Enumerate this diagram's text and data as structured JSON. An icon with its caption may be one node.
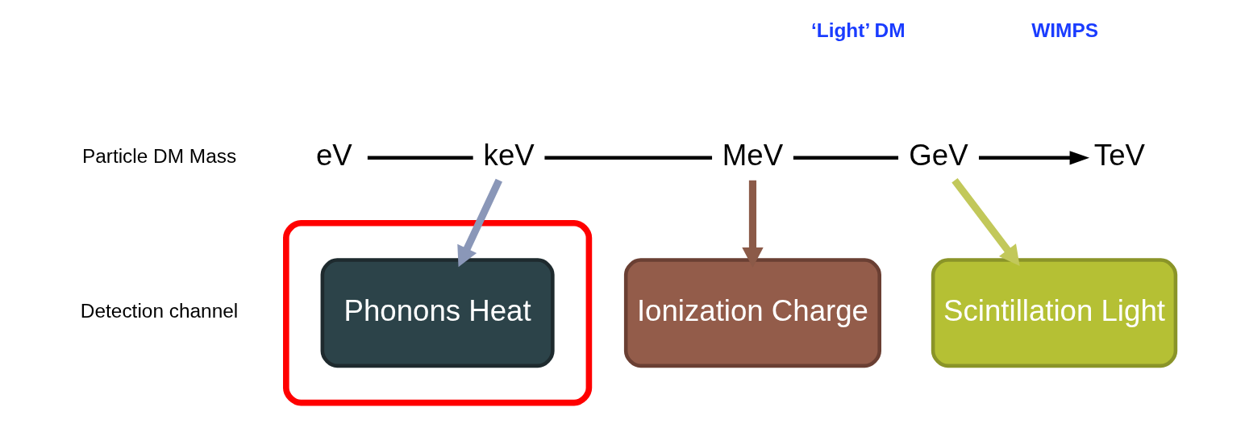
{
  "diagram": {
    "nodes": [
      {
        "text": [
          "eV"
        ]
      },
      {
        "text": [
          "keV"
        ]
      },
      {
        "text": [
          "MeV"
        ]
      },
      {
        "text": [
          "GeV"
        ]
      },
      {
        "text": [
          "TeV"
        ]
      },
      {
        "text": [],
        "shape": "ellipse"
      },
      {
        "text": [
          "Phonons Heat"
        ],
        "in": 5
      },
      {
        "text": [
          "Ionization Charge"
        ]
      },
      {
        "text": [
          "Scintillation Light"
        ]
      }
    ],
    "edges": [
      {
        "from": 0,
        "to": 1,
        "arrow": "none"
      },
      {
        "from": 1,
        "to": 2,
        "arrow": "none"
      },
      {
        "from": 2,
        "to": 3,
        "arrow": "none"
      },
      {
        "from": 3,
        "to": 4,
        "arrow": "to"
      },
      {
        "from": 1,
        "to": 6,
        "arrow": "to",
        "style": "thick",
        "color": "#8a97b8"
      },
      {
        "from": 2,
        "to": 7,
        "arrow": "to",
        "style": "thick",
        "color": "#8b5a48"
      },
      {
        "from": 3,
        "to": 8,
        "arrow": "to",
        "style": "thick",
        "color": "#c2c85a"
      }
    ],
    "labels": [
      "‘Light’ DM",
      "WIMPS",
      "Particle DM Mass",
      "Detection channel"
    ]
  }
}
